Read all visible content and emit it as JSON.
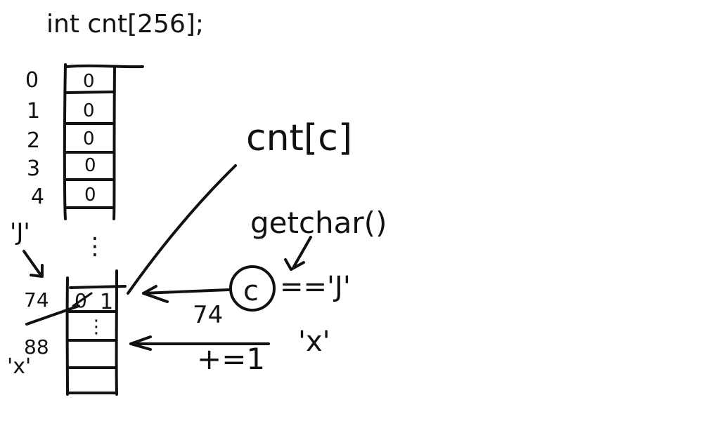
{
  "declaration": "int cnt[256];",
  "array": {
    "indices": [
      "0",
      "1",
      "2",
      "3",
      "4"
    ],
    "values": [
      "0",
      "0",
      "0",
      "0",
      "0"
    ],
    "ellipsis": "⋮",
    "row74": {
      "index": "74",
      "old_value": "0",
      "new_value": "1"
    },
    "row88": {
      "index": "88"
    }
  },
  "labels": {
    "char_j": "'J'",
    "char_x": "'x'",
    "cnt_c": "cnt[c]",
    "getchar": "getchar()",
    "var_c": "c",
    "equals_j": "=='J'",
    "value_74": "74",
    "plus_eq_1": "+=1",
    "char_x_right": "'x'"
  }
}
